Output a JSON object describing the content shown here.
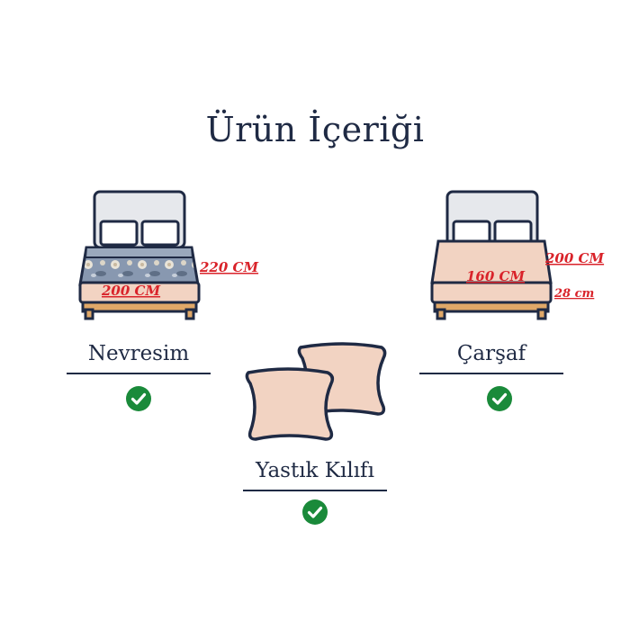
{
  "title": "Ürün İçeriği",
  "items": [
    {
      "label": "Nevresim",
      "dims": [
        "220 CM",
        "200 CM"
      ],
      "included": true
    },
    {
      "label": "Yastık Kılıfı",
      "included": true
    },
    {
      "label": "Çarşaf",
      "dims": [
        "200 CM",
        "160 CM",
        "28 cm"
      ],
      "included": true
    }
  ],
  "colors": {
    "navy": "#1f2a44",
    "peach": "#f2d3c2",
    "check_green": "#1a8a3a",
    "dimension_red": "#d9232a",
    "duvet_blue": "#7f8fa8"
  },
  "icons": [
    "bed-with-duvet-icon",
    "bed-with-sheet-icon",
    "pillow-icon",
    "check-icon"
  ]
}
